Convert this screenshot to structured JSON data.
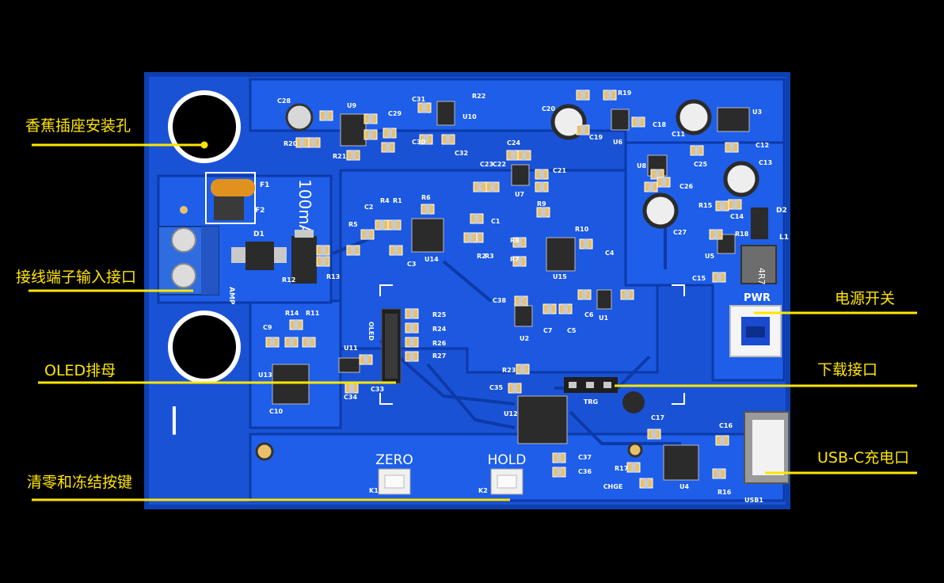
{
  "colors": {
    "background": "#000000",
    "board": "#1a52d6",
    "board_edge": "#0f3fb0",
    "copper_pour": "#1e5ee8",
    "trace": "#0c3aa8",
    "silkscreen": "#ffffff",
    "pad": "#e8c06a",
    "callout": "#ffe600",
    "terminal_block": "#2f6ce0"
  },
  "callouts": {
    "banana_hole": "香蕉插座安装孔",
    "terminal_input": "接线端子输入接口",
    "oled_header": "OLED排母",
    "buttons": "清零和冻结按键",
    "power_switch": "电源开关",
    "download_port": "下载接口",
    "usb_c_port": "USB-C充电口"
  },
  "board_labels": {
    "plus": "+",
    "minus": "−",
    "fuse_rating": "100mA",
    "zero": "ZERO",
    "hold": "HOLD",
    "pwr": "PWR",
    "amp": "AMP",
    "oled": "OLED",
    "trg": "TRG",
    "chge": "CHGE",
    "usb1": "USB1",
    "k1": "K1",
    "k2": "K2",
    "f1": "F1",
    "f2": "F2",
    "d1": "D1",
    "d2": "D2",
    "l1": "L1",
    "inductor": "4R7"
  },
  "refdes": [
    "C28",
    "U9",
    "C31",
    "R22",
    "C29",
    "U10",
    "C30",
    "C32",
    "R20",
    "R21",
    "C20",
    "R19",
    "C19",
    "U6",
    "C18",
    "C11",
    "U3",
    "C12",
    "C24",
    "C23",
    "C22",
    "C21",
    "U7",
    "R6",
    "R4",
    "R1",
    "C2",
    "C1",
    "R5",
    "U14",
    "R3",
    "R2",
    "C3",
    "R12",
    "R13",
    "R9",
    "R10",
    "R8",
    "R7",
    "U15",
    "C4",
    "C38",
    "U2",
    "C7",
    "C5",
    "C6",
    "U1",
    "U8",
    "C25",
    "C26",
    "C27",
    "R15",
    "C13",
    "C14",
    "R18",
    "U5",
    "C15",
    "R14",
    "R11",
    "C9",
    "U13",
    "C10",
    "R25",
    "R24",
    "R26",
    "R27",
    "U11",
    "C33",
    "C34",
    "R23",
    "C35",
    "U12",
    "C37",
    "C36",
    "C17",
    "C16",
    "R17",
    "U4",
    "R16"
  ]
}
